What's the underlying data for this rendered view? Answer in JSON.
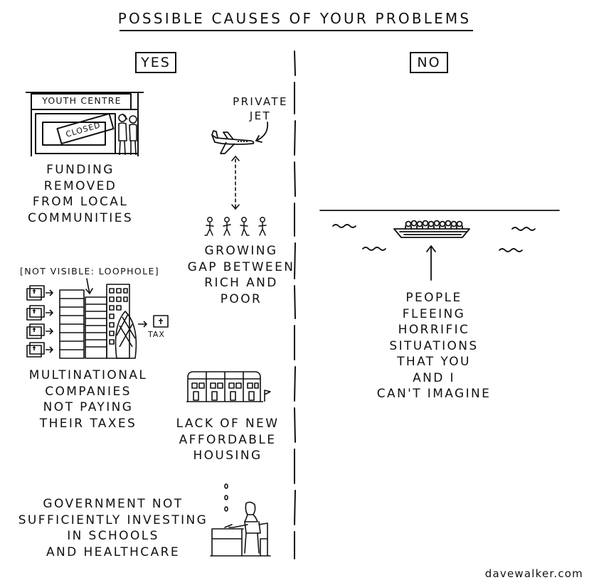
{
  "title": "POSSIBLE CAUSES OF YOUR PROBLEMS",
  "columns": {
    "yes": "YES",
    "no": "NO"
  },
  "yes_items": {
    "youth_centre_sign": "YOUTH CENTRE",
    "closed_sign": "CLOSED",
    "funding": "FUNDING\nREMOVED\nFROM LOCAL\nCOMMUNITIES",
    "private_jet": "PRIVATE\nJET",
    "growing_gap": "GROWING\nGAP BETWEEN\nRICH AND\nPOOR",
    "loophole": "[NOT VISIBLE: LOOPHOLE]",
    "tax_label": "TAX",
    "multinational": "MULTINATIONAL\nCOMPANIES\nNOT PAYING\nTHEIR TAXES",
    "housing": "LACK OF NEW\nAFFORDABLE\nHOUSING",
    "government": "GOVERNMENT NOT\nSUFFICIENTLY INVESTING\nIN SCHOOLS\nAND HEALTHCARE"
  },
  "no_items": {
    "people": "PEOPLE\nFLEEING\nHORRIFIC\nSITUATIONS\nTHAT YOU\nAND I\nCAN'T IMAGINE"
  },
  "signature": "davewalker.com"
}
